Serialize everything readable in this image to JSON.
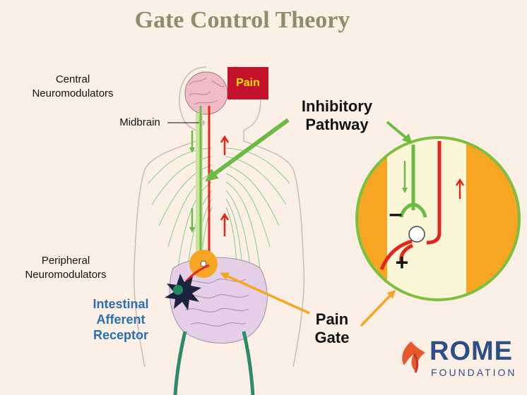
{
  "title": "Gate Control Theory",
  "labels": {
    "central": "Central\nNeuromodulators",
    "midbrain": "Midbrain",
    "pain": "Pain",
    "inhibitory": "Inhibitory\nPathway",
    "peripheral": "Peripheral\nNeuromodulators",
    "receptor": "Intestinal\nAfferent\nReceptor",
    "gate": "Pain\nGate",
    "minus": "–",
    "plus": "+"
  },
  "logo": {
    "name": "ROME",
    "sub": "FOUNDATION"
  },
  "colors": {
    "title": "#8f8d6c",
    "inhibitory": "#6bbb45",
    "pain_pathway": "#e2261c",
    "gate": "#f6a623",
    "receptor_text": "#2a6fb2",
    "pain_box": "#c4122d",
    "pain_text": "#ffe100",
    "logo": "#2e4f86"
  }
}
